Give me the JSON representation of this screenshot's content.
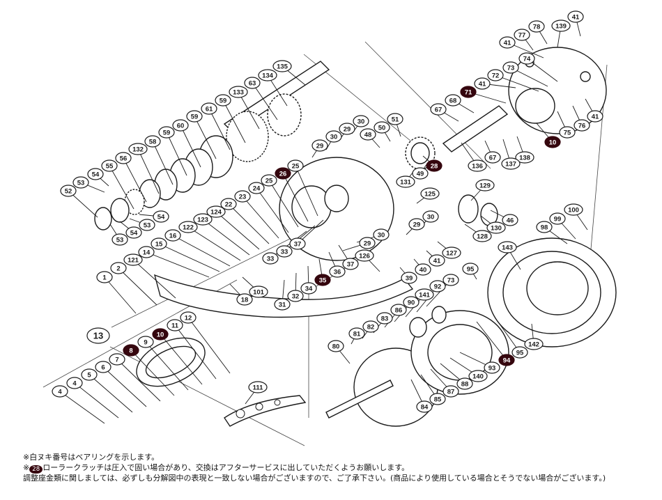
{
  "figure": {
    "background": "#ffffff",
    "line_color": "#1a1a1a",
    "bearing_fill": "#35060e",
    "bearing_text_color": "#ffffff",
    "callout_fill": "#ffffff",
    "callout_text_color": "#1a1a1a"
  },
  "notes": {
    "line1": "※白ヌキ番号はベアリングを示します。",
    "line2_prefix": "※",
    "line2_badge": "28",
    "line2_text": "ローラークラッチは圧入で固い場合があり、交換はアフターサービスに出していただくようお願いします。",
    "line3": "調整座金類に関しましては、必ずしも分解図中の表現と一致しない場合がございますので、ご了承下さい。(商品により使用している場合とそうでない場合がございます。)"
  },
  "callouts": [
    [
      "41",
      826,
      24,
      "",
      833,
      52
    ],
    [
      "139",
      805,
      37,
      "",
      800,
      68
    ],
    [
      "78",
      770,
      38,
      "",
      785,
      63
    ],
    [
      "77",
      749,
      50,
      "",
      765,
      72
    ],
    [
      "41",
      728,
      61,
      "",
      780,
      83
    ],
    [
      "74",
      756,
      84,
      "",
      800,
      117
    ],
    [
      "73",
      733,
      97,
      "",
      786,
      124
    ],
    [
      "72",
      711,
      108,
      "",
      773,
      131
    ],
    [
      "41",
      692,
      120,
      "",
      740,
      126
    ],
    [
      "71",
      672,
      132,
      "b",
      726,
      148
    ],
    [
      "68",
      650,
      144,
      "",
      680,
      162
    ],
    [
      "67",
      629,
      157,
      "",
      658,
      174
    ],
    [
      "41",
      854,
      167,
      "",
      840,
      142
    ],
    [
      "76",
      835,
      180,
      "",
      822,
      152
    ],
    [
      "75",
      814,
      190,
      "",
      800,
      160
    ],
    [
      "10",
      793,
      204,
      "b",
      770,
      177
    ],
    [
      "138",
      753,
      226,
      "",
      742,
      196
    ],
    [
      "137",
      733,
      235,
      "",
      722,
      200
    ],
    [
      "67",
      707,
      226,
      "",
      696,
      202
    ],
    [
      "136",
      685,
      238,
      "",
      662,
      205
    ],
    [
      "28",
      623,
      238,
      "b",
      607,
      224
    ],
    [
      "49",
      603,
      249,
      "",
      613,
      235
    ],
    [
      "131",
      582,
      261,
      "",
      596,
      243
    ],
    [
      "125",
      617,
      278,
      "",
      598,
      292
    ],
    [
      "51",
      567,
      171,
      "",
      575,
      196
    ],
    [
      "50",
      548,
      183,
      "",
      560,
      203
    ],
    [
      "48",
      528,
      193,
      "",
      545,
      212
    ],
    [
      "30",
      518,
      174,
      "",
      505,
      192
    ],
    [
      "29",
      498,
      185,
      "",
      488,
      200
    ],
    [
      "30",
      479,
      196,
      "",
      468,
      215
    ],
    [
      "29",
      459,
      209,
      "",
      448,
      226
    ],
    [
      "135",
      405,
      95,
      "",
      438,
      122
    ],
    [
      "134",
      384,
      108,
      "",
      412,
      152
    ],
    [
      "63",
      362,
      119,
      "",
      398,
      172
    ],
    [
      "133",
      342,
      132,
      "",
      372,
      185
    ],
    [
      "59",
      320,
      144,
      "",
      352,
      205
    ],
    [
      "61",
      300,
      156,
      "",
      330,
      215
    ],
    [
      "59",
      279,
      167,
      "",
      310,
      228
    ],
    [
      "60",
      259,
      180,
      "",
      288,
      240
    ],
    [
      "59",
      239,
      190,
      "",
      268,
      252
    ],
    [
      "58",
      219,
      203,
      "",
      248,
      265
    ],
    [
      "132",
      198,
      214,
      "",
      228,
      278
    ],
    [
      "56",
      177,
      227,
      "",
      210,
      290
    ],
    [
      "55",
      157,
      238,
      "",
      192,
      300
    ],
    [
      "54",
      137,
      250,
      "",
      156,
      267
    ],
    [
      "53",
      116,
      262,
      "",
      150,
      276
    ],
    [
      "52",
      98,
      274,
      "",
      140,
      312
    ],
    [
      "54",
      231,
      311,
      "",
      200,
      308
    ],
    [
      "53",
      211,
      323,
      "",
      186,
      314
    ],
    [
      "54",
      192,
      334,
      "",
      172,
      318
    ],
    [
      "53",
      172,
      344,
      "",
      158,
      322
    ],
    [
      "14",
      210,
      362,
      "",
      300,
      398
    ],
    [
      "15",
      228,
      350,
      "",
      315,
      390
    ],
    [
      "16",
      248,
      338,
      "",
      330,
      382
    ],
    [
      "122",
      270,
      326,
      "",
      345,
      374
    ],
    [
      "123",
      291,
      315,
      "",
      358,
      366
    ],
    [
      "124",
      310,
      304,
      "",
      372,
      358
    ],
    [
      "22",
      328,
      293,
      "",
      386,
      350
    ],
    [
      "23",
      348,
      282,
      "",
      400,
      342
    ],
    [
      "24",
      368,
      270,
      "",
      414,
      334
    ],
    [
      "25",
      386,
      259,
      "",
      428,
      326
    ],
    [
      "26",
      406,
      249,
      "b",
      442,
      318
    ],
    [
      "25",
      424,
      238,
      "",
      456,
      310
    ],
    [
      "121",
      191,
      373,
      "",
      252,
      428
    ],
    [
      "2",
      170,
      385,
      "",
      225,
      438
    ],
    [
      "1",
      150,
      398,
      "",
      195,
      450
    ],
    [
      "13",
      141,
      482,
      "big",
      0,
      0
    ],
    [
      "12",
      270,
      456,
      "",
      330,
      536
    ],
    [
      "11",
      251,
      467,
      "",
      310,
      544
    ],
    [
      "10",
      230,
      480,
      "b",
      290,
      552
    ],
    [
      "9",
      209,
      491,
      "",
      270,
      560
    ],
    [
      "8",
      188,
      503,
      "b",
      250,
      568
    ],
    [
      "7",
      168,
      516,
      "",
      230,
      576
    ],
    [
      "6",
      148,
      527,
      "",
      210,
      584
    ],
    [
      "5",
      128,
      538,
      "",
      190,
      592
    ],
    [
      "4",
      107,
      550,
      "",
      170,
      600
    ],
    [
      "4",
      86,
      562,
      "",
      150,
      608
    ],
    [
      "18",
      351,
      430,
      "",
      330,
      408
    ],
    [
      "101",
      371,
      419,
      "",
      348,
      398
    ],
    [
      "31",
      405,
      437,
      "",
      408,
      402
    ],
    [
      "32",
      424,
      425,
      "",
      425,
      392
    ],
    [
      "34",
      443,
      414,
      "",
      442,
      382
    ],
    [
      "35",
      463,
      402,
      "b",
      458,
      372
    ],
    [
      "36",
      484,
      390,
      "",
      472,
      362
    ],
    [
      "37",
      503,
      379,
      "",
      486,
      352
    ],
    [
      "33",
      388,
      371,
      "",
      440,
      332
    ],
    [
      "33",
      408,
      361,
      "",
      452,
      324
    ],
    [
      "37",
      427,
      350,
      "",
      464,
      316
    ],
    [
      "126",
      523,
      367,
      "",
      545,
      390
    ],
    [
      "29",
      527,
      349,
      "",
      492,
      360
    ],
    [
      "30",
      547,
      337,
      "",
      512,
      348
    ],
    [
      "29",
      598,
      322,
      "",
      583,
      337
    ],
    [
      "30",
      618,
      311,
      "",
      602,
      327
    ],
    [
      "129",
      696,
      266,
      "",
      676,
      288
    ],
    [
      "46",
      732,
      316,
      "",
      704,
      302
    ],
    [
      "130",
      712,
      327,
      "",
      690,
      310
    ],
    [
      "128",
      692,
      339,
      "",
      667,
      322
    ],
    [
      "127",
      648,
      363,
      "",
      628,
      347
    ],
    [
      "41",
      627,
      374,
      "",
      612,
      360
    ],
    [
      "40",
      607,
      387,
      "",
      594,
      372
    ],
    [
      "39",
      587,
      399,
      "",
      574,
      384
    ],
    [
      "143",
      728,
      355,
      "",
      747,
      387
    ],
    [
      "95",
      675,
      386,
      "",
      684,
      401
    ],
    [
      "100",
      823,
      301,
      "",
      843,
      330
    ],
    [
      "99",
      800,
      314,
      "",
      826,
      343
    ],
    [
      "98",
      781,
      326,
      "",
      814,
      350
    ],
    [
      "73",
      647,
      402,
      "",
      612,
      440
    ],
    [
      "92",
      628,
      411,
      "",
      598,
      448
    ],
    [
      "141",
      609,
      423,
      "",
      582,
      455
    ],
    [
      "90",
      590,
      434,
      "",
      566,
      462
    ],
    [
      "86",
      572,
      445,
      "",
      552,
      470
    ],
    [
      "83",
      552,
      457,
      "",
      536,
      478
    ],
    [
      "82",
      532,
      469,
      "",
      520,
      486
    ],
    [
      "81",
      512,
      479,
      "",
      504,
      494
    ],
    [
      "80",
      482,
      497,
      "",
      502,
      522
    ],
    [
      "84",
      609,
      584,
      "",
      590,
      545
    ],
    [
      "85",
      628,
      573,
      "",
      604,
      538
    ],
    [
      "87",
      647,
      562,
      "",
      618,
      530
    ],
    [
      "88",
      667,
      551,
      "",
      632,
      522
    ],
    [
      "140",
      686,
      540,
      "",
      646,
      514
    ],
    [
      "93",
      706,
      528,
      "",
      660,
      506
    ],
    [
      "94",
      727,
      517,
      "b",
      684,
      462
    ],
    [
      "95",
      746,
      506,
      "",
      716,
      464
    ],
    [
      "142",
      766,
      494,
      "",
      763,
      465
    ],
    [
      "111",
      370,
      556,
      "",
      352,
      580
    ]
  ]
}
